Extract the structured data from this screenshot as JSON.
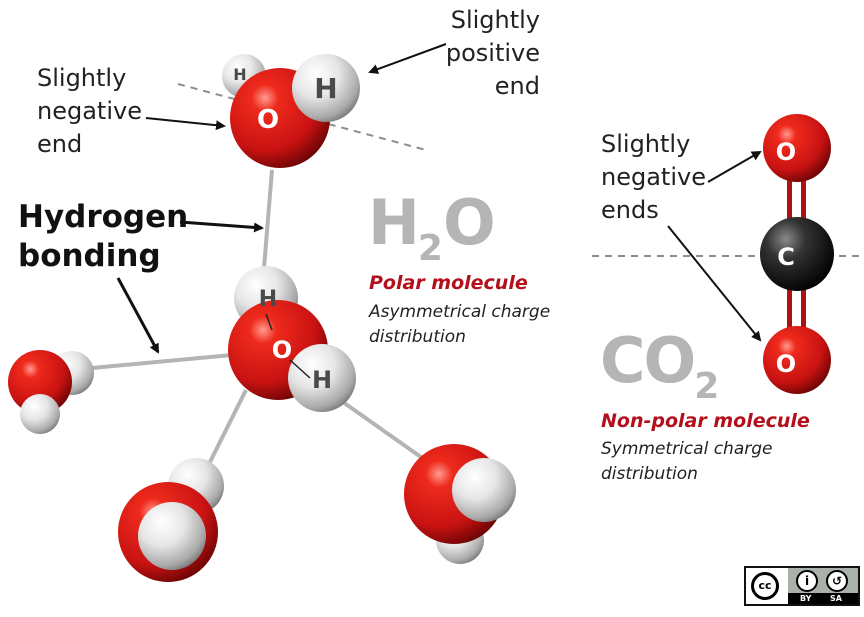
{
  "h2o": {
    "positive_label": [
      "Slightly",
      "positive",
      "end"
    ],
    "negative_label": [
      "Slightly",
      "negative",
      "end"
    ],
    "hbond_label": [
      "Hydrogen",
      "bonding"
    ],
    "formula_main": "H",
    "formula_sub": "2",
    "formula_end": "O",
    "title": "Polar molecule",
    "desc": [
      "Asymmetrical charge",
      "distribution"
    ],
    "atoms": {
      "oxygen": "O",
      "hydrogen": "H"
    }
  },
  "co2": {
    "negative_label": [
      "Slightly",
      "negative",
      "ends"
    ],
    "formula_main": "CO",
    "formula_sub": "2",
    "title": "Non-polar molecule",
    "desc": [
      "Symmetrical charge",
      "distribution"
    ],
    "atoms": {
      "oxygen": "O",
      "carbon": "C"
    }
  },
  "license": {
    "cc": "cc",
    "by": "BY",
    "sa": "SA",
    "icons": [
      "cc-icon",
      "person-icon",
      "share-alike-icon"
    ]
  },
  "colors": {
    "oxygen": "#d81b1b",
    "hydrogen": "#e8e8e8",
    "carbon": "#2a2a2a",
    "accent_red": "#b40f1c",
    "formula_gray": "#b5b5b5"
  }
}
